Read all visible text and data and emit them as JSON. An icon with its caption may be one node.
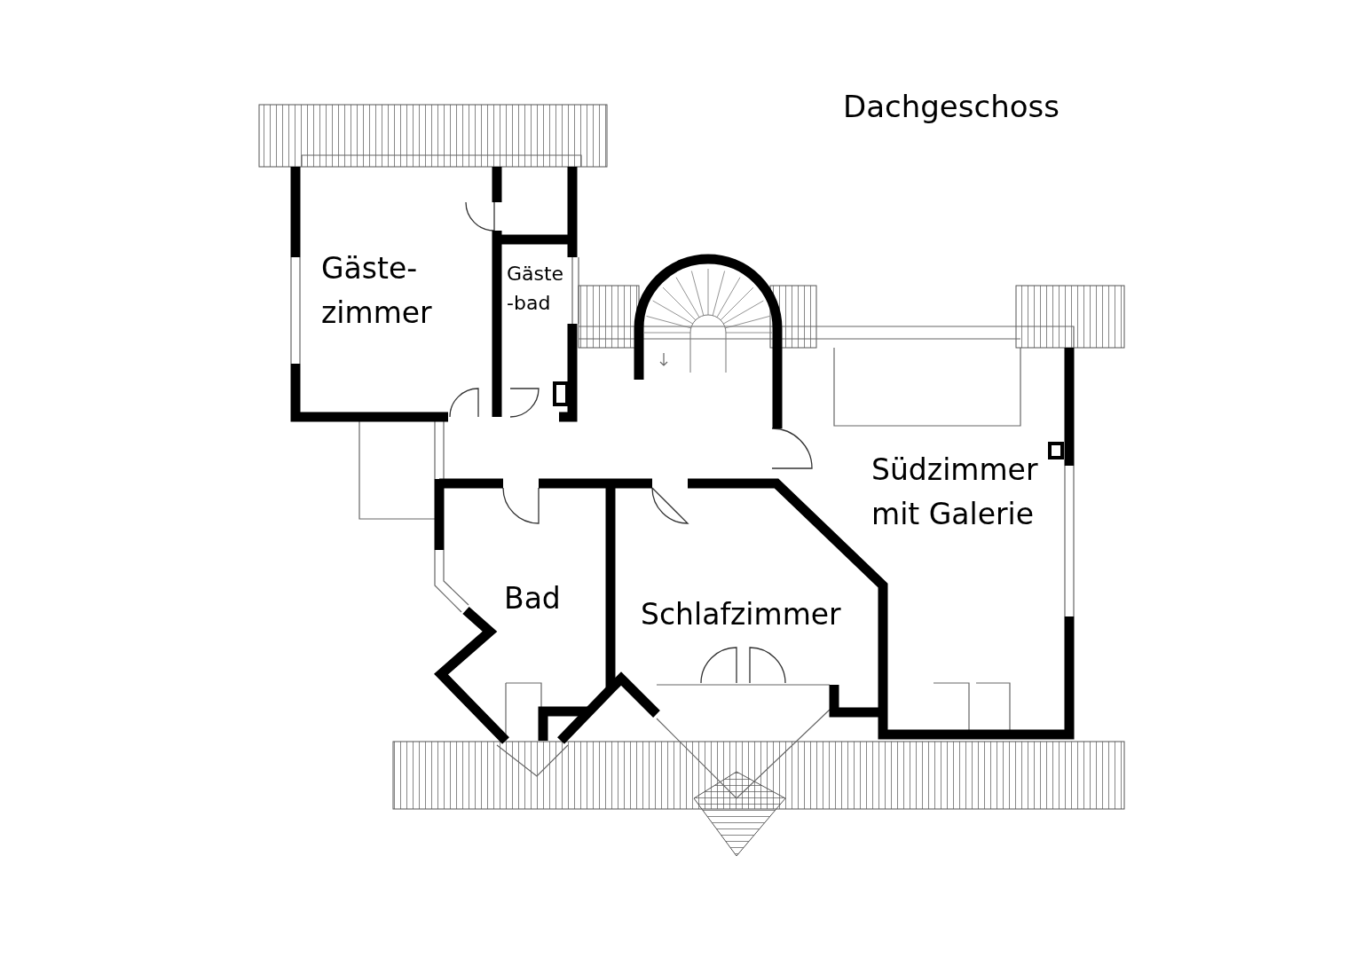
{
  "diagram": {
    "title": "Dachgeschoss",
    "labels": [
      "Gäste- zimmer",
      "Gäste -bad",
      "Südzimmer mit Galerie",
      "Bad",
      "Schlafzimmer"
    ]
  }
}
